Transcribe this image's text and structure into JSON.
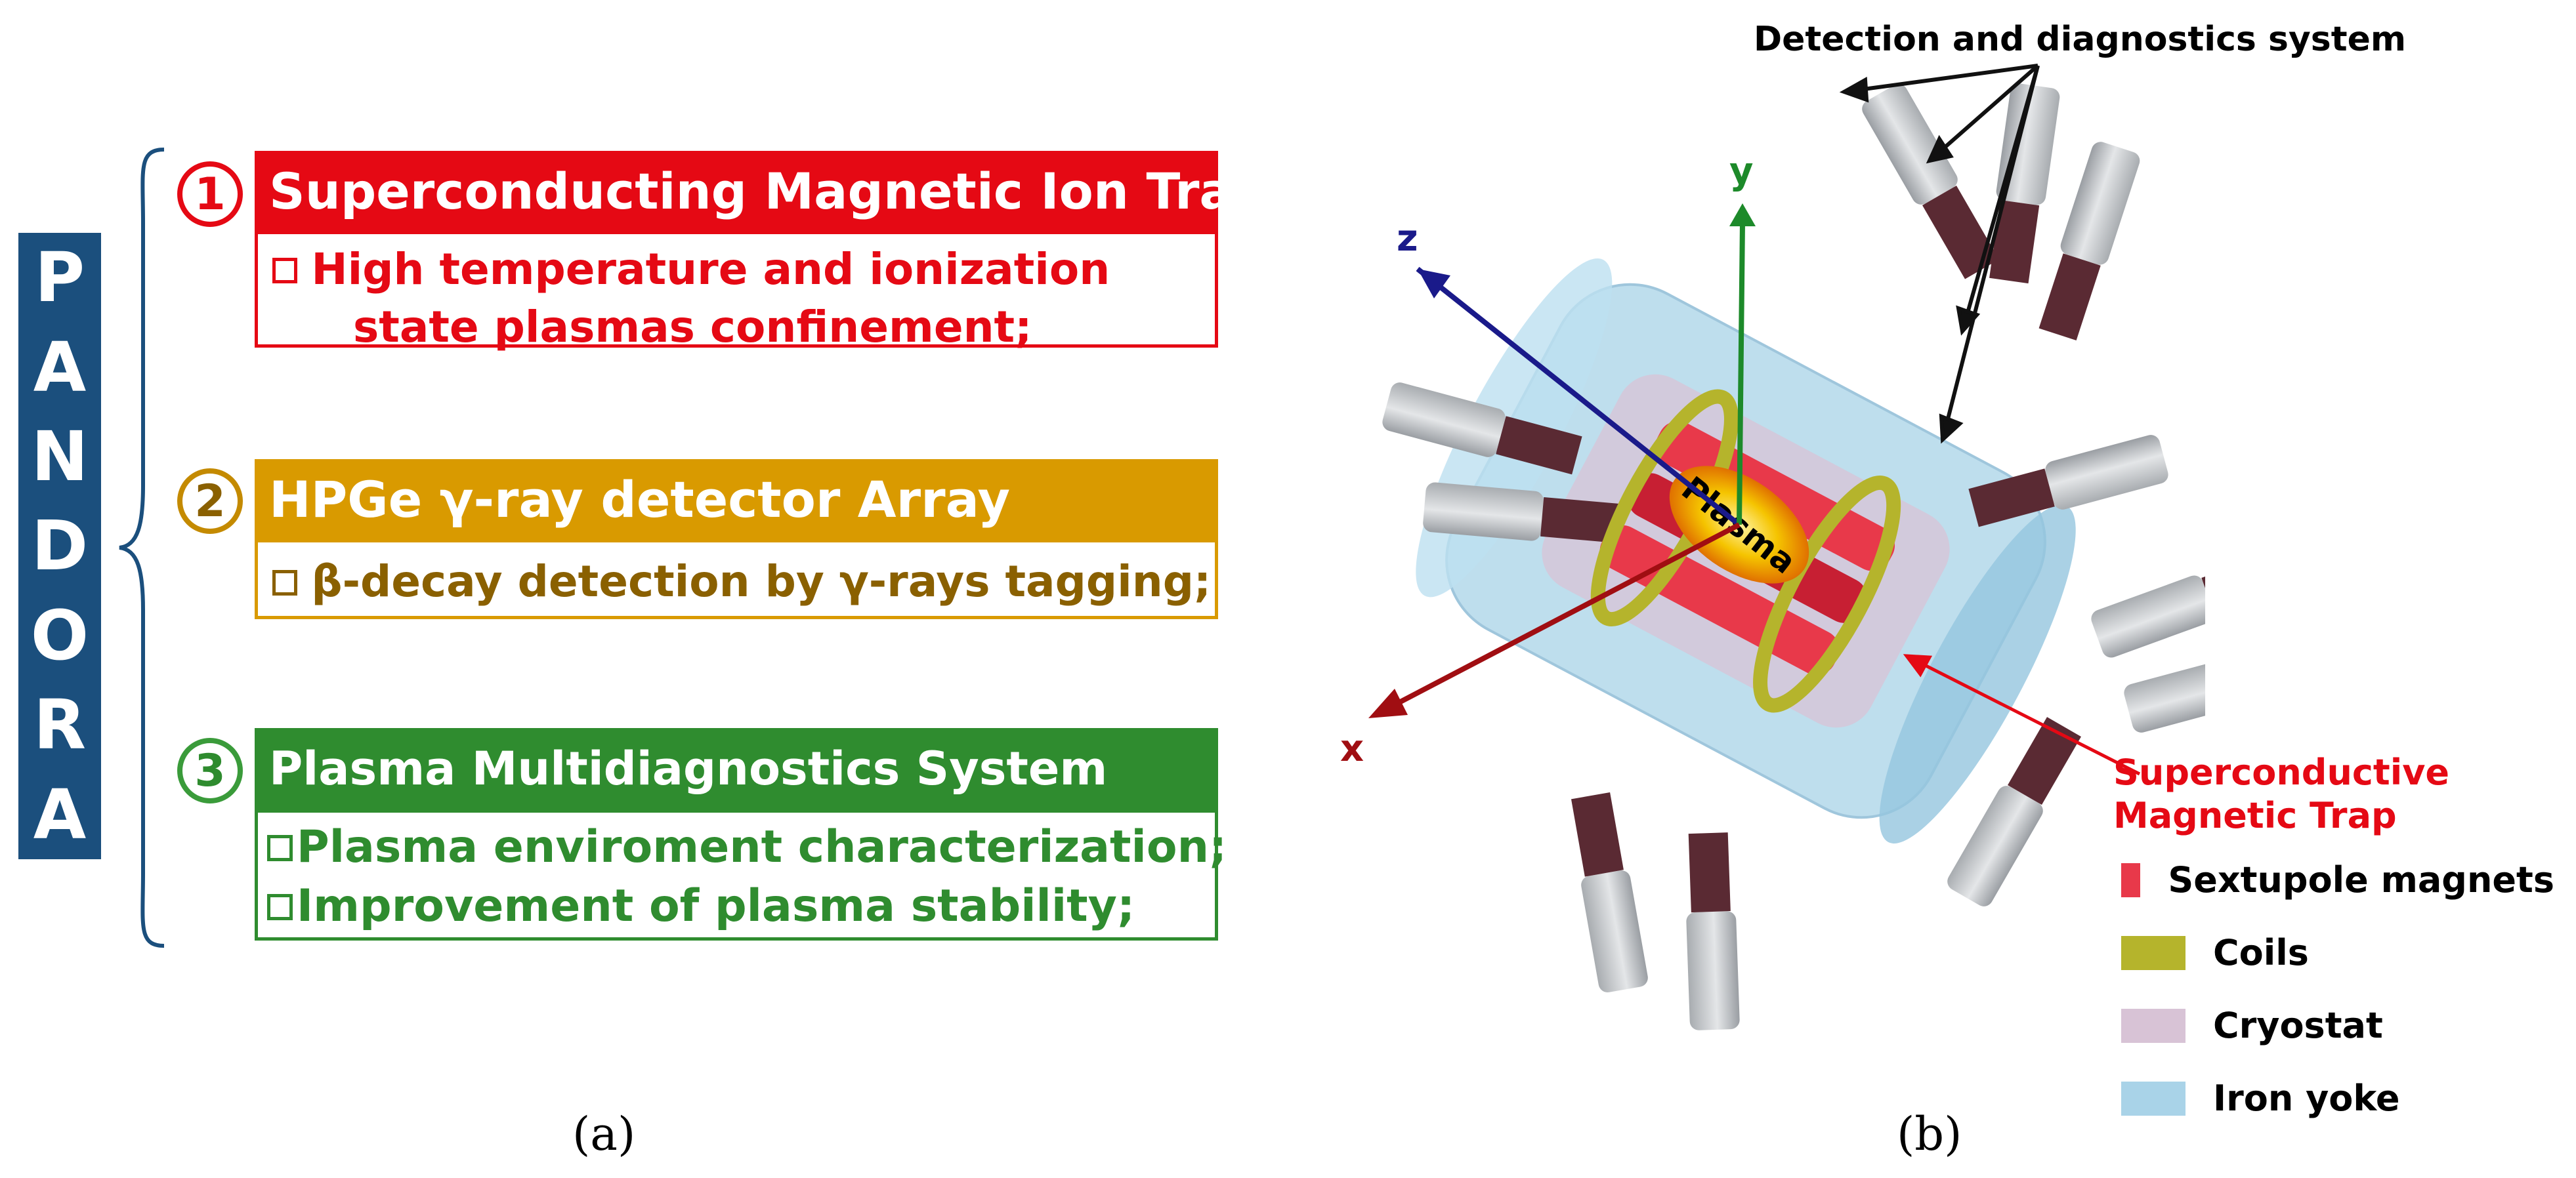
{
  "left_panel": {
    "vertical_label_letters": [
      "P",
      "A",
      "N",
      "D",
      "O",
      "R",
      "A"
    ],
    "sections": [
      {
        "number": "1",
        "title": "Superconducting Magnetic Ion Trap",
        "lines": [
          "High temperature and ionization",
          "state plasmas confinement;"
        ],
        "color": "#e50914"
      },
      {
        "number": "2",
        "title": "HPGe γ-ray detector Array",
        "lines": [
          "β-decay detection by γ-rays tagging;"
        ],
        "color": "#d99a00"
      },
      {
        "number": "3",
        "title": "Plasma Multidiagnostics System",
        "lines": [
          "Plasma enviroment characterization;",
          "Improvement of plasma stability;"
        ],
        "color": "#2f8c2f"
      }
    ],
    "caption": "(a)"
  },
  "right_panel": {
    "detection_label": "Detection and diagnostics system",
    "plasma_label": "Plasma",
    "axes": {
      "x": "x",
      "y": "y",
      "z": "z"
    },
    "trap_label_lines": [
      "Superconductive",
      "Magnetic Trap"
    ],
    "legend": [
      {
        "label": "Sextupole magnets",
        "color": "#e8394a"
      },
      {
        "label": "Coils",
        "color": "#b5b42c"
      },
      {
        "label": "Cryostat",
        "color": "#d8c3d6"
      },
      {
        "label": "Iron yoke",
        "color": "#a9d3e8"
      }
    ],
    "caption": "(b)"
  }
}
